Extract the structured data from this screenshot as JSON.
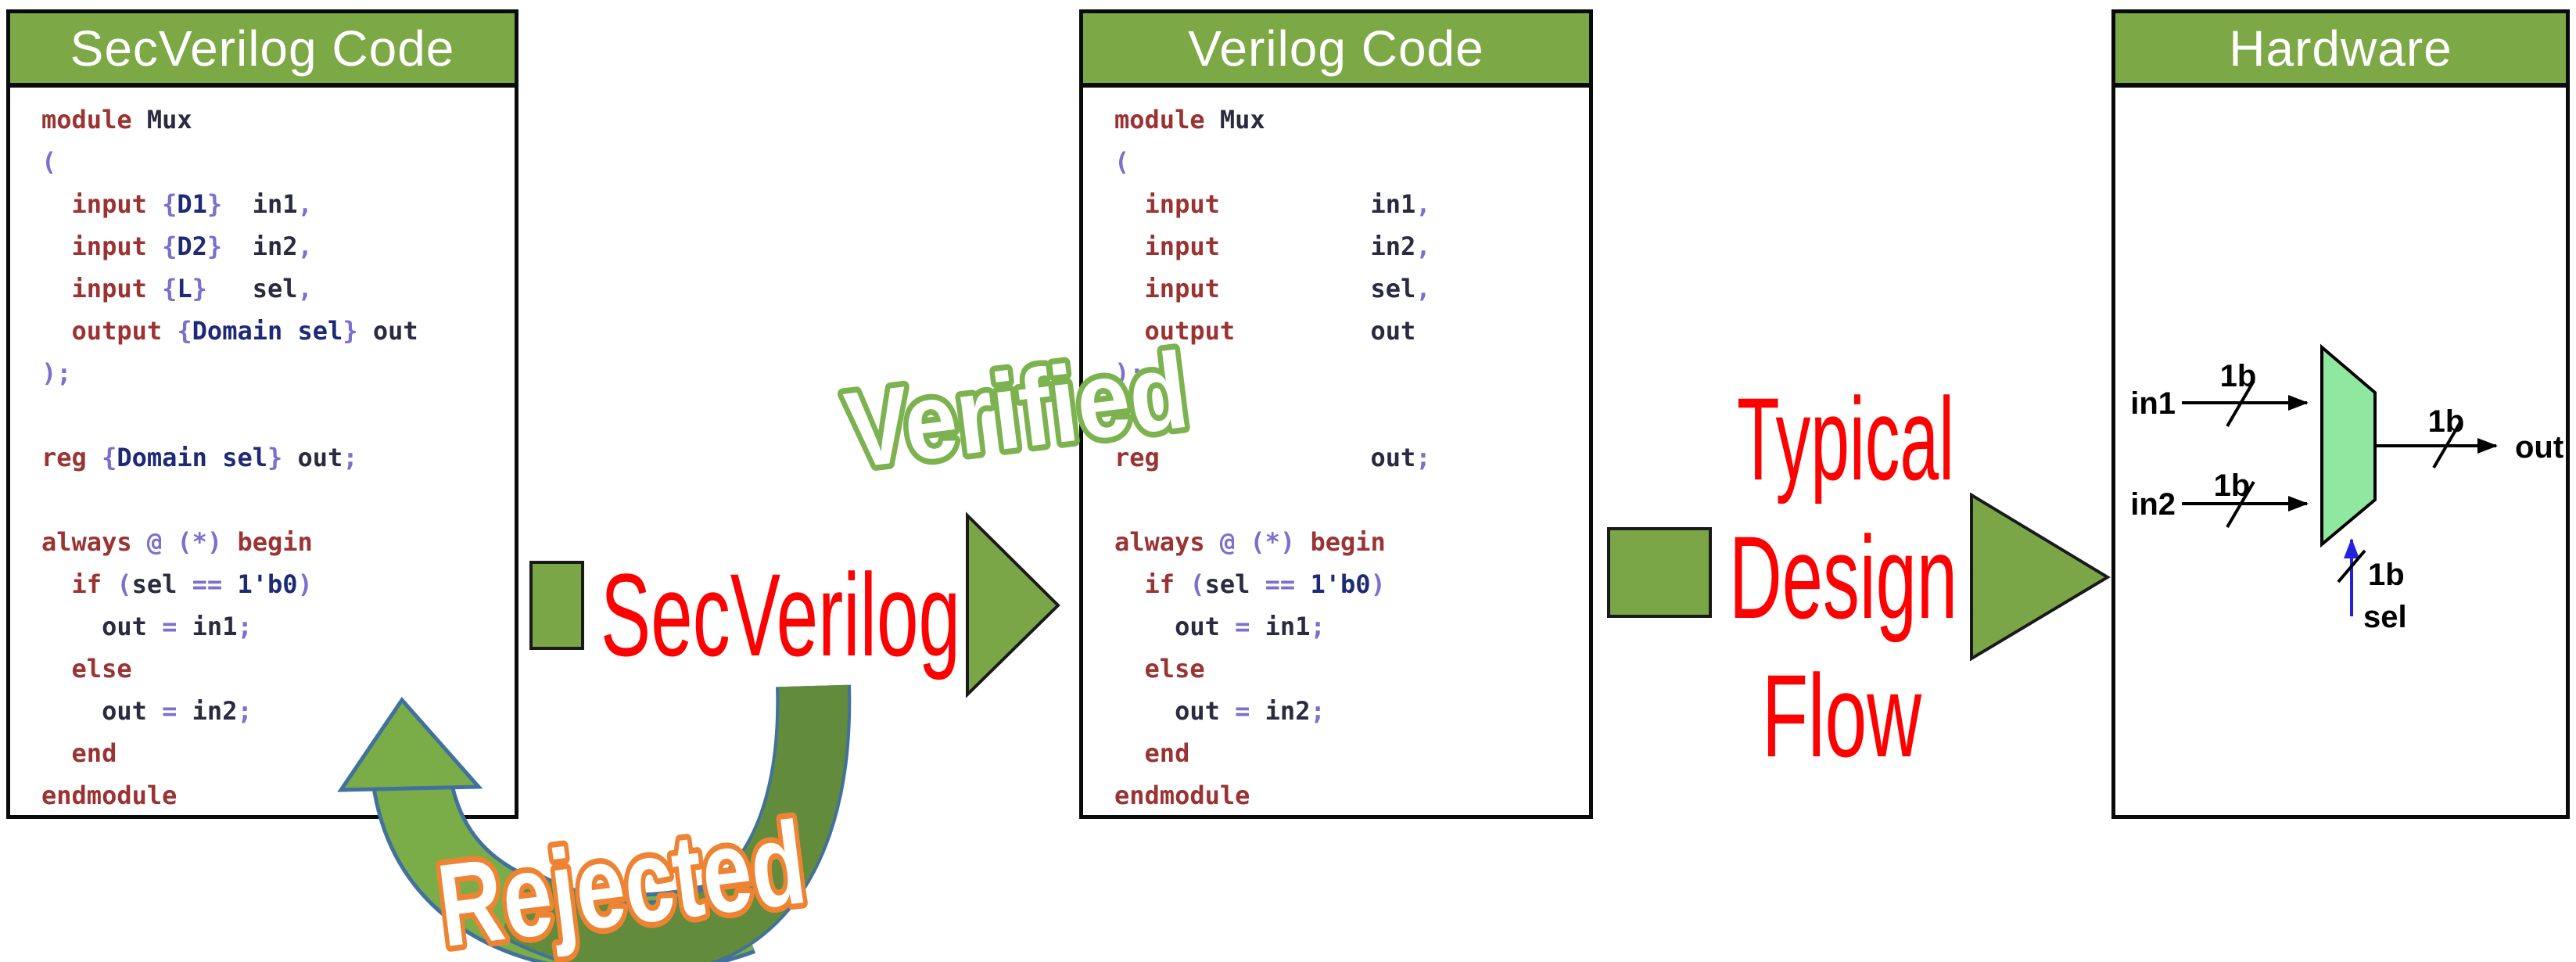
{
  "panels": [
    {
      "title": "SecVerilog Code",
      "code": [
        [
          [
            "kw",
            "module"
          ],
          [
            "id",
            " Mux"
          ]
        ],
        [
          [
            "pu",
            "("
          ]
        ],
        [
          [
            "id",
            "  "
          ],
          [
            "kw",
            "input"
          ],
          [
            "id",
            " "
          ],
          [
            "pu",
            "{"
          ],
          [
            "nm",
            "D1"
          ],
          [
            "pu",
            "}"
          ],
          [
            "id",
            "  in1"
          ],
          [
            "pu",
            ","
          ]
        ],
        [
          [
            "id",
            "  "
          ],
          [
            "kw",
            "input"
          ],
          [
            "id",
            " "
          ],
          [
            "pu",
            "{"
          ],
          [
            "nm",
            "D2"
          ],
          [
            "pu",
            "}"
          ],
          [
            "id",
            "  in2"
          ],
          [
            "pu",
            ","
          ]
        ],
        [
          [
            "id",
            "  "
          ],
          [
            "kw",
            "input"
          ],
          [
            "id",
            " "
          ],
          [
            "pu",
            "{"
          ],
          [
            "nm",
            "L"
          ],
          [
            "pu",
            "}"
          ],
          [
            "id",
            "   sel"
          ],
          [
            "pu",
            ","
          ]
        ],
        [
          [
            "id",
            "  "
          ],
          [
            "kw",
            "output"
          ],
          [
            "id",
            " "
          ],
          [
            "pu",
            "{"
          ],
          [
            "nm",
            "Domain sel"
          ],
          [
            "pu",
            "}"
          ],
          [
            "id",
            " out"
          ]
        ],
        [
          [
            "pu",
            ");"
          ]
        ],
        [],
        [
          [
            "kw",
            "reg"
          ],
          [
            "id",
            " "
          ],
          [
            "pu",
            "{"
          ],
          [
            "nm",
            "Domain sel"
          ],
          [
            "pu",
            "}"
          ],
          [
            "id",
            " out"
          ],
          [
            "pu",
            ";"
          ]
        ],
        [],
        [
          [
            "kw",
            "always"
          ],
          [
            "id",
            " "
          ],
          [
            "pu",
            "@"
          ],
          [
            "id",
            " "
          ],
          [
            "pu",
            "(*)"
          ],
          [
            "id",
            " "
          ],
          [
            "kw",
            "begin"
          ]
        ],
        [
          [
            "id",
            "  "
          ],
          [
            "kw",
            "if"
          ],
          [
            "id",
            " "
          ],
          [
            "pu",
            "("
          ],
          [
            "id",
            "sel "
          ],
          [
            "pu",
            "=="
          ],
          [
            "id",
            " "
          ],
          [
            "nm",
            "1'b0"
          ],
          [
            "pu",
            ")"
          ]
        ],
        [
          [
            "id",
            "    out "
          ],
          [
            "pu",
            "="
          ],
          [
            "id",
            " in1"
          ],
          [
            "pu",
            ";"
          ]
        ],
        [
          [
            "id",
            "  "
          ],
          [
            "kw",
            "else"
          ]
        ],
        [
          [
            "id",
            "    out "
          ],
          [
            "pu",
            "="
          ],
          [
            "id",
            " in2"
          ],
          [
            "pu",
            ";"
          ]
        ],
        [
          [
            "id",
            "  "
          ],
          [
            "kw",
            "end"
          ]
        ],
        [
          [
            "kw",
            "endmodule"
          ]
        ]
      ]
    },
    {
      "title": "Verilog Code",
      "code": [
        [
          [
            "kw",
            "module"
          ],
          [
            "id",
            " Mux"
          ]
        ],
        [
          [
            "pu",
            "("
          ]
        ],
        [
          [
            "id",
            "  "
          ],
          [
            "kw",
            "input"
          ],
          [
            "id",
            "          in1"
          ],
          [
            "pu",
            ","
          ]
        ],
        [
          [
            "id",
            "  "
          ],
          [
            "kw",
            "input"
          ],
          [
            "id",
            "          in2"
          ],
          [
            "pu",
            ","
          ]
        ],
        [
          [
            "id",
            "  "
          ],
          [
            "kw",
            "input"
          ],
          [
            "id",
            "          sel"
          ],
          [
            "pu",
            ","
          ]
        ],
        [
          [
            "id",
            "  "
          ],
          [
            "kw",
            "output"
          ],
          [
            "id",
            "         out"
          ]
        ],
        [
          [
            "pu",
            ");"
          ]
        ],
        [],
        [
          [
            "kw",
            "reg"
          ],
          [
            "id",
            "              out"
          ],
          [
            "pu",
            ";"
          ]
        ],
        [],
        [
          [
            "kw",
            "always"
          ],
          [
            "id",
            " "
          ],
          [
            "pu",
            "@"
          ],
          [
            "id",
            " "
          ],
          [
            "pu",
            "(*)"
          ],
          [
            "id",
            " "
          ],
          [
            "kw",
            "begin"
          ]
        ],
        [
          [
            "id",
            "  "
          ],
          [
            "kw",
            "if"
          ],
          [
            "id",
            " "
          ],
          [
            "pu",
            "("
          ],
          [
            "id",
            "sel "
          ],
          [
            "pu",
            "=="
          ],
          [
            "id",
            " "
          ],
          [
            "nm",
            "1'b0"
          ],
          [
            "pu",
            ")"
          ]
        ],
        [
          [
            "id",
            "    out "
          ],
          [
            "pu",
            "="
          ],
          [
            "id",
            " in1"
          ],
          [
            "pu",
            ";"
          ]
        ],
        [
          [
            "id",
            "  "
          ],
          [
            "kw",
            "else"
          ]
        ],
        [
          [
            "id",
            "    out "
          ],
          [
            "pu",
            "="
          ],
          [
            "id",
            " in2"
          ],
          [
            "pu",
            ";"
          ]
        ],
        [
          [
            "id",
            "  "
          ],
          [
            "kw",
            "end"
          ]
        ],
        [
          [
            "kw",
            "endmodule"
          ]
        ]
      ]
    },
    {
      "title": "Hardware",
      "code": []
    }
  ],
  "flow": {
    "tool_label": "SecVerilog",
    "design_flow_line1": "Typical",
    "design_flow_line2": "Design",
    "design_flow_line3": "Flow",
    "verified_label": "Verified",
    "rejected_label": "Rejected"
  },
  "hardware": {
    "signal_in1": "in1",
    "signal_in2": "in2",
    "signal_out": "out",
    "signal_sel": "sel",
    "bus_width_label": "1b"
  },
  "colors": {
    "header_green": "#7CA845",
    "block_arrow_green": "#7BA648",
    "uturn_light_green": "#7AAD47",
    "uturn_dark_green": "#628B3B",
    "uturn_outline_blue": "#41719C",
    "verified_green": "#7CB350",
    "rejected_orange": "#EE8433",
    "label_red": "#FE0000",
    "mux_fill_green": "#90E8A0",
    "sel_wire_blue": "#2222DD",
    "code_keyword": "#9B3333",
    "code_punct_purple": "#7A70CD",
    "code_literal_navy": "#1E2A78",
    "code_identifier": "#2A2A40"
  }
}
